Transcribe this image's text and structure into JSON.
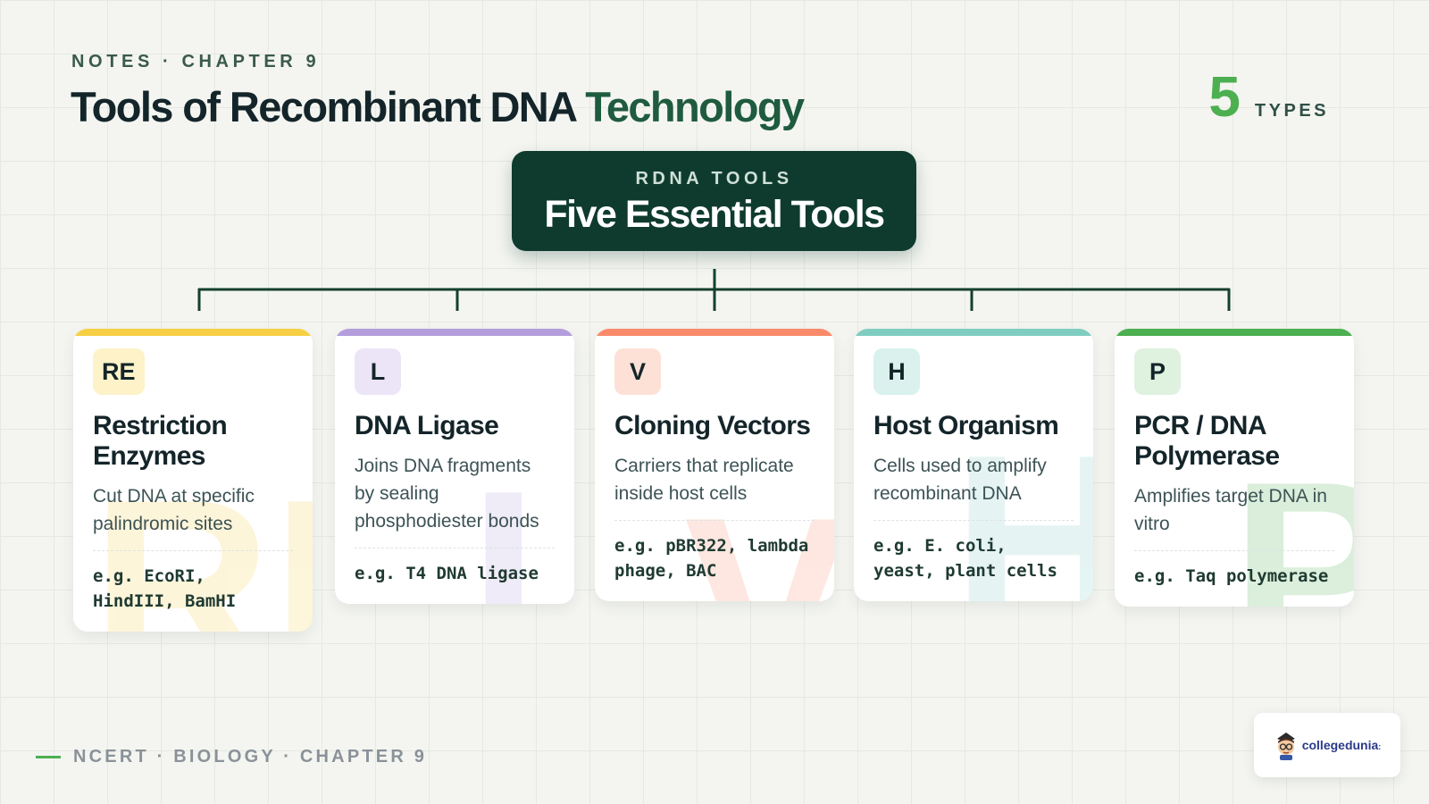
{
  "header": {
    "eyebrow": "NOTES · CHAPTER 9",
    "title_main": "Tools of Recombinant DNA ",
    "title_accent": "Technology",
    "count_number": "5",
    "count_label": "TYPES"
  },
  "root": {
    "eyebrow": "RDNA TOOLS",
    "title": "Five Essential Tools"
  },
  "tools": [
    {
      "badge": "RE",
      "title": "Restriction Enzymes",
      "description": "Cut DNA at specific palindromic sites",
      "example": "e.g. EcoRI, HindIII, BamHI",
      "watermark": "RE",
      "accent_color": "#f6cf45",
      "badge_bg": "#fdf2c8",
      "icon": "restriction-enzyme-icon"
    },
    {
      "badge": "L",
      "title": "DNA Ligase",
      "description": "Joins DNA fragments by sealing phosphodiester bonds",
      "example": "e.g. T4 DNA ligase",
      "watermark": "L",
      "accent_color": "#b39ddb",
      "badge_bg": "#ece5f7",
      "icon": "ligase-icon"
    },
    {
      "badge": "V",
      "title": "Cloning Vectors",
      "description": "Carriers that replicate inside host cells",
      "example": "e.g. pBR322, lambda phage, BAC",
      "watermark": "V",
      "accent_color": "#fa8a6a",
      "badge_bg": "#fde1d6",
      "icon": "vector-icon"
    },
    {
      "badge": "H",
      "title": "Host Organism",
      "description": "Cells used to amplify recombinant DNA",
      "example": "e.g. E. coli, yeast, plant cells",
      "watermark": "H",
      "accent_color": "#7fcdc1",
      "badge_bg": "#daf1ed",
      "icon": "host-organism-icon"
    },
    {
      "badge": "P",
      "title": "PCR / DNA Polymerase",
      "description": "Amplifies target DNA in vitro",
      "example": "e.g. Taq polymerase",
      "watermark": "P",
      "accent_color": "#4caf50",
      "badge_bg": "#dff1df",
      "icon": "polymerase-icon"
    }
  ],
  "footer": {
    "text": "NCERT · BIOLOGY · CHAPTER 9"
  },
  "logo": {
    "text": "collegedunia",
    "tld": ":"
  },
  "colors": {
    "dark_green": "#0f3b2f",
    "accent_green": "#4caf50",
    "connector": "#15402f"
  }
}
